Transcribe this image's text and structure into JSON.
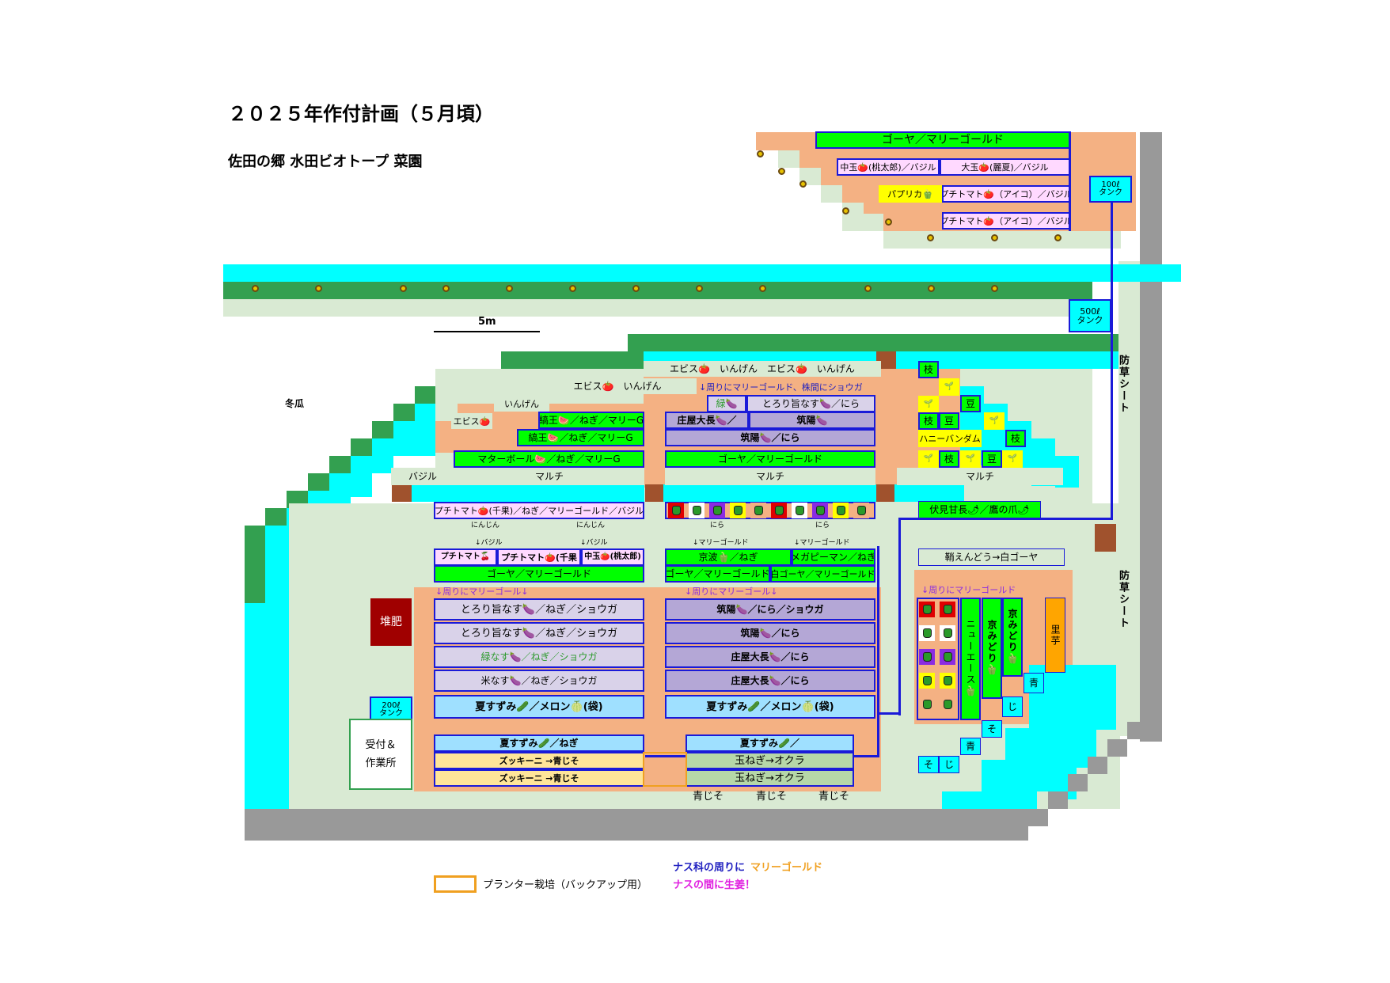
{
  "header": {
    "title": "２０２５年作付計画（５月頃）",
    "subtitle": "佐田の郷 水田ビオトープ 菜園"
  },
  "scale_label": "5m",
  "labels": {
    "tougan": "冬瓜",
    "bougusa_1": "防草シート",
    "bougusa_2": "防草シート",
    "mulch_1": "マルチ",
    "mulch_2": "マルチ",
    "mulch_3": "マルチ",
    "basil_row": "バジル",
    "compost": "堆肥",
    "office": "受付＆\n作業所",
    "tank_100": "100ℓ\nタンク",
    "tank_500": "500ℓ\nタンク",
    "tank_200": "200ℓ\nタンク"
  },
  "top_area": {
    "goya": "ゴーヤ／マリーゴールド",
    "row2_left": "中玉🍅(桃太郎)／バジル",
    "row2_right": "大玉🍅(麗夏)／バジル",
    "row3_paprika": "パプリカ🫑",
    "row3_right": "プチトマト🍅（アイコ）／バジル",
    "row4": "プチトマト🍅（アイコ）／バジル"
  },
  "upper_beds": {
    "row_ebis_1": "エビス🍅　いんげん　エビス🍅　いんげん",
    "row_ebis_2": "エビス🍅　いんげん",
    "note_marigold_ginger": "↓周りにマリーゴールド、株間にショウガ",
    "row_green": "緑🍆",
    "row_torori": "とろり旨なす🍆／にら",
    "ingen": "いんげん",
    "ebis_3": "エビス🍅",
    "kinou_1": "縞王🍉／ねぎ／マリーG",
    "shoya": "庄屋大長🍆／",
    "chikuyo_1": "筑陽🍆",
    "kinou_2": "縞王🍉／ねぎ／マリーG",
    "chikuyo_2": "筑陽🍆／にら",
    "matarball": "マターボール🍉／ねぎ／マリーG",
    "goya_mid": "ゴーヤ／マリーゴールド"
  },
  "right_upper": {
    "eda_1": "枝",
    "mame_1": "豆",
    "eda_2": "枝",
    "mame_2": "豆",
    "honey": "ハニーバンダム",
    "eda_3": "枝",
    "eda_4": "枝",
    "mame_3": "豆"
  },
  "middle": {
    "petit_row": "プチトマト🍅(千果)／ねぎ／マリーゴールド／バジル",
    "fushimi": "伏見甘長🌶／鷹の爪🌶",
    "ninjin_1": "にんじん",
    "ninjin_2": "にんじん",
    "nira_1": "にら",
    "nira_2": "にら",
    "basil_mark_1": "↓バジル",
    "basil_mark_2": "↓バジル",
    "marigold_mark_1": "↓マリーゴールド",
    "marigold_mark_2": "↓マリーゴールド",
    "petit_cherry": "プチトマト🍒",
    "petit_chika": "プチトマト🍅(千果",
    "chudama": "中玉🍅(桃太郎)",
    "kyonami": "京波🫑／ねぎ",
    "mega": "メガピーマン／ねぎ",
    "saya": "鞘えんどう→白ゴーヤ",
    "goya_low": "ゴーヤ／マリーゴールド",
    "goya_low_2": "ゴーヤ／マリーゴールド",
    "shiro_goya": "白ゴーヤ／マリーゴールド"
  },
  "lower": {
    "note_left": "↓周りにマリーゴール↓",
    "note_mid": "↓周りにマリーゴール↓",
    "note_right": "↓周りにマリーゴールド",
    "left_rows": [
      "とろり旨なす🍆／ねぎ／ショウガ",
      "とろり旨なす🍆／ねぎ／ショウガ",
      "緑なす🍆／ねぎ／ショウガ",
      "米なす🍆／ねぎ／ショウガ"
    ],
    "right_rows": [
      "筑陽🍆／にら／ショウガ",
      "筑陽🍆／にら",
      "庄屋大長🍆／にら",
      "庄屋大長🍆／にら"
    ],
    "natsu_left": "夏すずみ🥒／メロン🍈(袋)",
    "natsu_right": "夏すずみ🥒／メロン🍈(袋)",
    "natsu_negi": "夏すずみ🥒／ねぎ",
    "natsu_right2": "夏すずみ🥒／",
    "zucchini_1": "ズッキーニ →青じそ",
    "zucchini_2": "ズッキーニ →青じそ",
    "tamanegi_1": "玉ねぎ→オクラ",
    "tamanegi_2": "玉ねぎ→オクラ",
    "aojiso": [
      "青じそ",
      "青じそ",
      "青じそ"
    ],
    "new_ace": "ニューエース🫑",
    "kyomidori_1": "京みどり🫑",
    "kyomidori_2": "京みどり🫑",
    "satoimo": "里芋",
    "ao_1": "青",
    "ji_1": "じ",
    "so_1": "そ",
    "ao_2": "青",
    "so_2": "そ",
    "ji_2": "じ"
  },
  "legend": {
    "planter": "プランター栽培（バックアップ用）",
    "note1_a": "ナス科の周りに",
    "note1_b": "マリーゴールド",
    "note2": "ナスの間に生姜！"
  },
  "colors": {
    "cyan": "#00ffff",
    "green_dark": "#33a050",
    "light_green": "#d9ead3",
    "orange": "#f4b183",
    "bright_green": "#00ff00",
    "lavender": "#b4a7d6",
    "pale_lavender": "#d9d2e9",
    "pink": "#ffd9ff",
    "gray": "#999999",
    "brown": "#a0522d",
    "tank_blue": "#1a1ad8"
  }
}
